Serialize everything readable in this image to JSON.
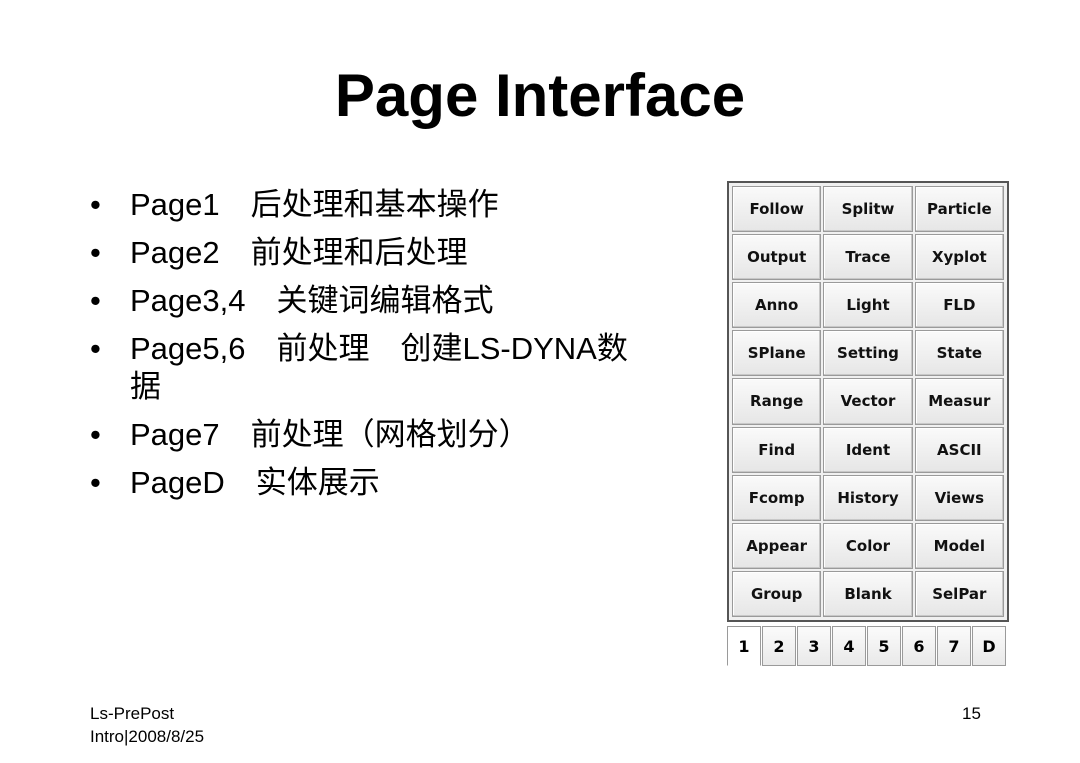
{
  "slide": {
    "title": "Page Interface",
    "bullet_symbol": "•",
    "bullets": [
      "Page1　后处理和基本操作",
      "Page2　前处理和后处理",
      "Page3,4　关键词编辑格式",
      "Page5,6　前处理　创建LS-DYNA数据",
      "Page7　前处理（网格划分）",
      "PageD　实体展示"
    ],
    "footer_line1": "Ls-PrePost",
    "footer_line2": "Intro|2008/8/25",
    "page_number": "15"
  },
  "panel": {
    "buttons": [
      "Follow",
      "Splitw",
      "Particle",
      "Output",
      "Trace",
      "Xyplot",
      "Anno",
      "Light",
      "FLD",
      "SPlane",
      "Setting",
      "State",
      "Range",
      "Vector",
      "Measur",
      "Find",
      "Ident",
      "ASCII",
      "Fcomp",
      "History",
      "Views",
      "Appear",
      "Color",
      "Model",
      "Group",
      "Blank",
      "SelPar"
    ],
    "tabs": [
      "1",
      "2",
      "3",
      "4",
      "5",
      "6",
      "7",
      "D"
    ],
    "active_tab": "1"
  }
}
